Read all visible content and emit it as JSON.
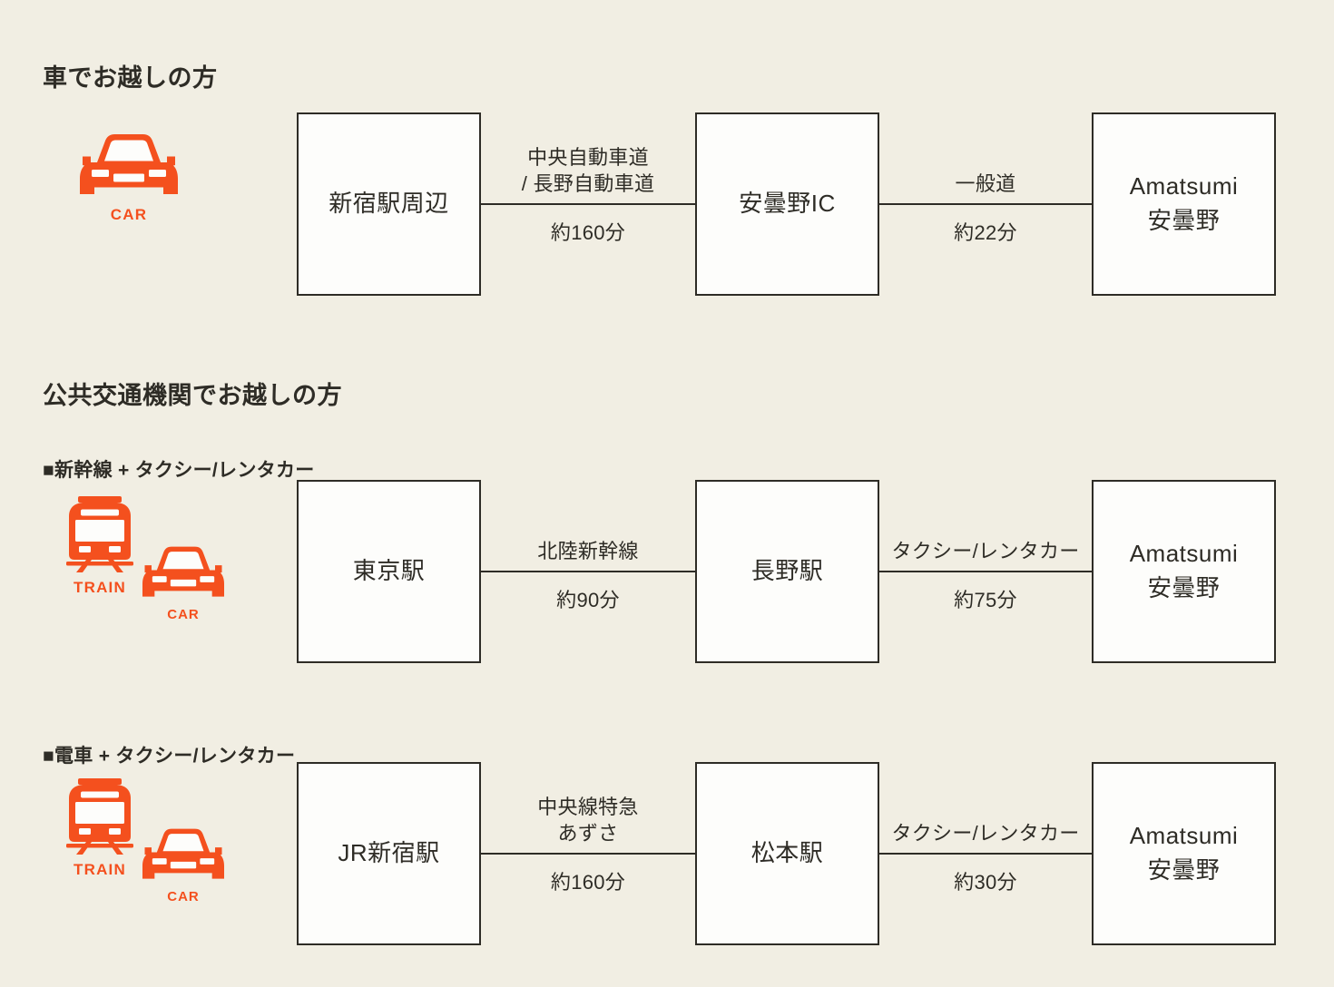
{
  "sections": {
    "car_title": "車でお越しの方",
    "public_title": "公共交通機関でお越しの方",
    "shinkansen_sub": "■新幹線 + タクシー/レンタカー",
    "densha_sub": "■電車 + タクシー/レンタカー"
  },
  "icons": {
    "car_label": "CAR",
    "train_label": "TRAIN",
    "car_icon_name": "car-icon",
    "train_icon_name": "train-icon"
  },
  "colors": {
    "background": "#f1eee3",
    "box_fill": "#fdfdfb",
    "ink": "#2e2c26",
    "accent_orange": "#f4501e"
  },
  "routes": [
    {
      "id": "car",
      "mode_icons": [
        "CAR"
      ],
      "nodes": [
        {
          "lines": [
            "新宿駅周辺"
          ]
        },
        {
          "lines": [
            "安曇野IC"
          ]
        },
        {
          "lines": [
            "Amatsumi",
            "安曇野"
          ]
        }
      ],
      "connectors": [
        {
          "method": "中央自動車道\n/ 長野自動車道",
          "duration": "約160分"
        },
        {
          "method": "一般道",
          "duration": "約22分"
        }
      ]
    },
    {
      "id": "shinkansen",
      "mode_icons": [
        "TRAIN",
        "CAR"
      ],
      "nodes": [
        {
          "lines": [
            "東京駅"
          ]
        },
        {
          "lines": [
            "長野駅"
          ]
        },
        {
          "lines": [
            "Amatsumi",
            "安曇野"
          ]
        }
      ],
      "connectors": [
        {
          "method": "北陸新幹線",
          "duration": "約90分"
        },
        {
          "method": "タクシー/レンタカー",
          "duration": "約75分"
        }
      ]
    },
    {
      "id": "densha",
      "mode_icons": [
        "TRAIN",
        "CAR"
      ],
      "nodes": [
        {
          "lines": [
            "JR新宿駅"
          ]
        },
        {
          "lines": [
            "松本駅"
          ]
        },
        {
          "lines": [
            "Amatsumi",
            "安曇野"
          ]
        }
      ],
      "connectors": [
        {
          "method": "中央線特急\nあずさ",
          "duration": "約160分"
        },
        {
          "method": "タクシー/レンタカー",
          "duration": "約30分"
        }
      ]
    }
  ]
}
